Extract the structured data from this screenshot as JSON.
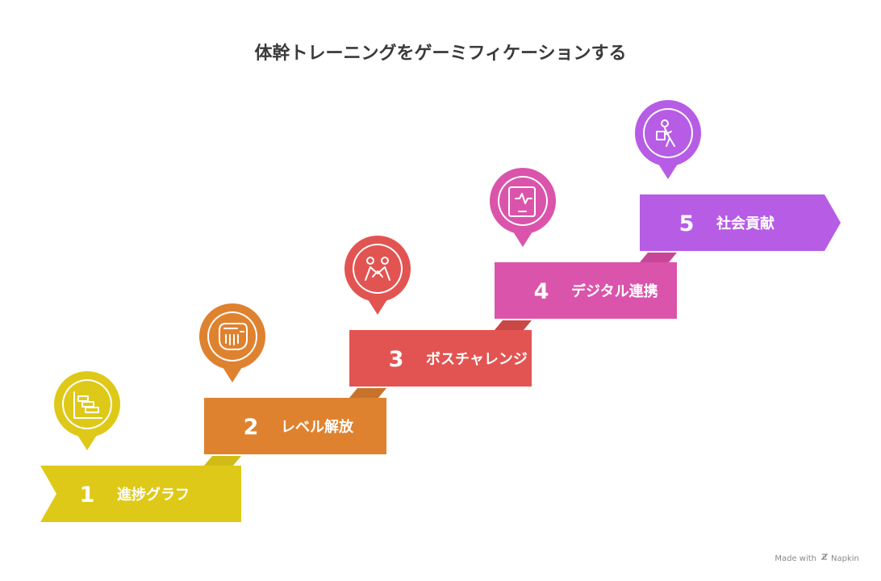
{
  "title": "体幹トレーニングをゲーミフィケーションする",
  "steps": [
    {
      "number": "1",
      "label": "進捗グラフ",
      "color": "#DFC918",
      "fold_color": "#D1BC17",
      "icon": "progress-chart-icon"
    },
    {
      "number": "2",
      "label": "レベル解放",
      "color": "#DF8230",
      "fold_color": "#C7722A",
      "icon": "fist-bump-icon"
    },
    {
      "number": "3",
      "label": "ボスチャレンジ",
      "color": "#E25452",
      "fold_color": "#C94846",
      "icon": "wrestlers-icon"
    },
    {
      "number": "4",
      "label": "デジタル連携",
      "color": "#DA54AB",
      "fold_color": "#C74699",
      "icon": "health-tablet-icon"
    },
    {
      "number": "5",
      "label": "社会貢献",
      "color": "#B75CE5",
      "fold_color": "#A64FD3",
      "icon": "volunteer-icon"
    }
  ],
  "footer": {
    "made_with": "Made with",
    "brand": "Napkin"
  }
}
